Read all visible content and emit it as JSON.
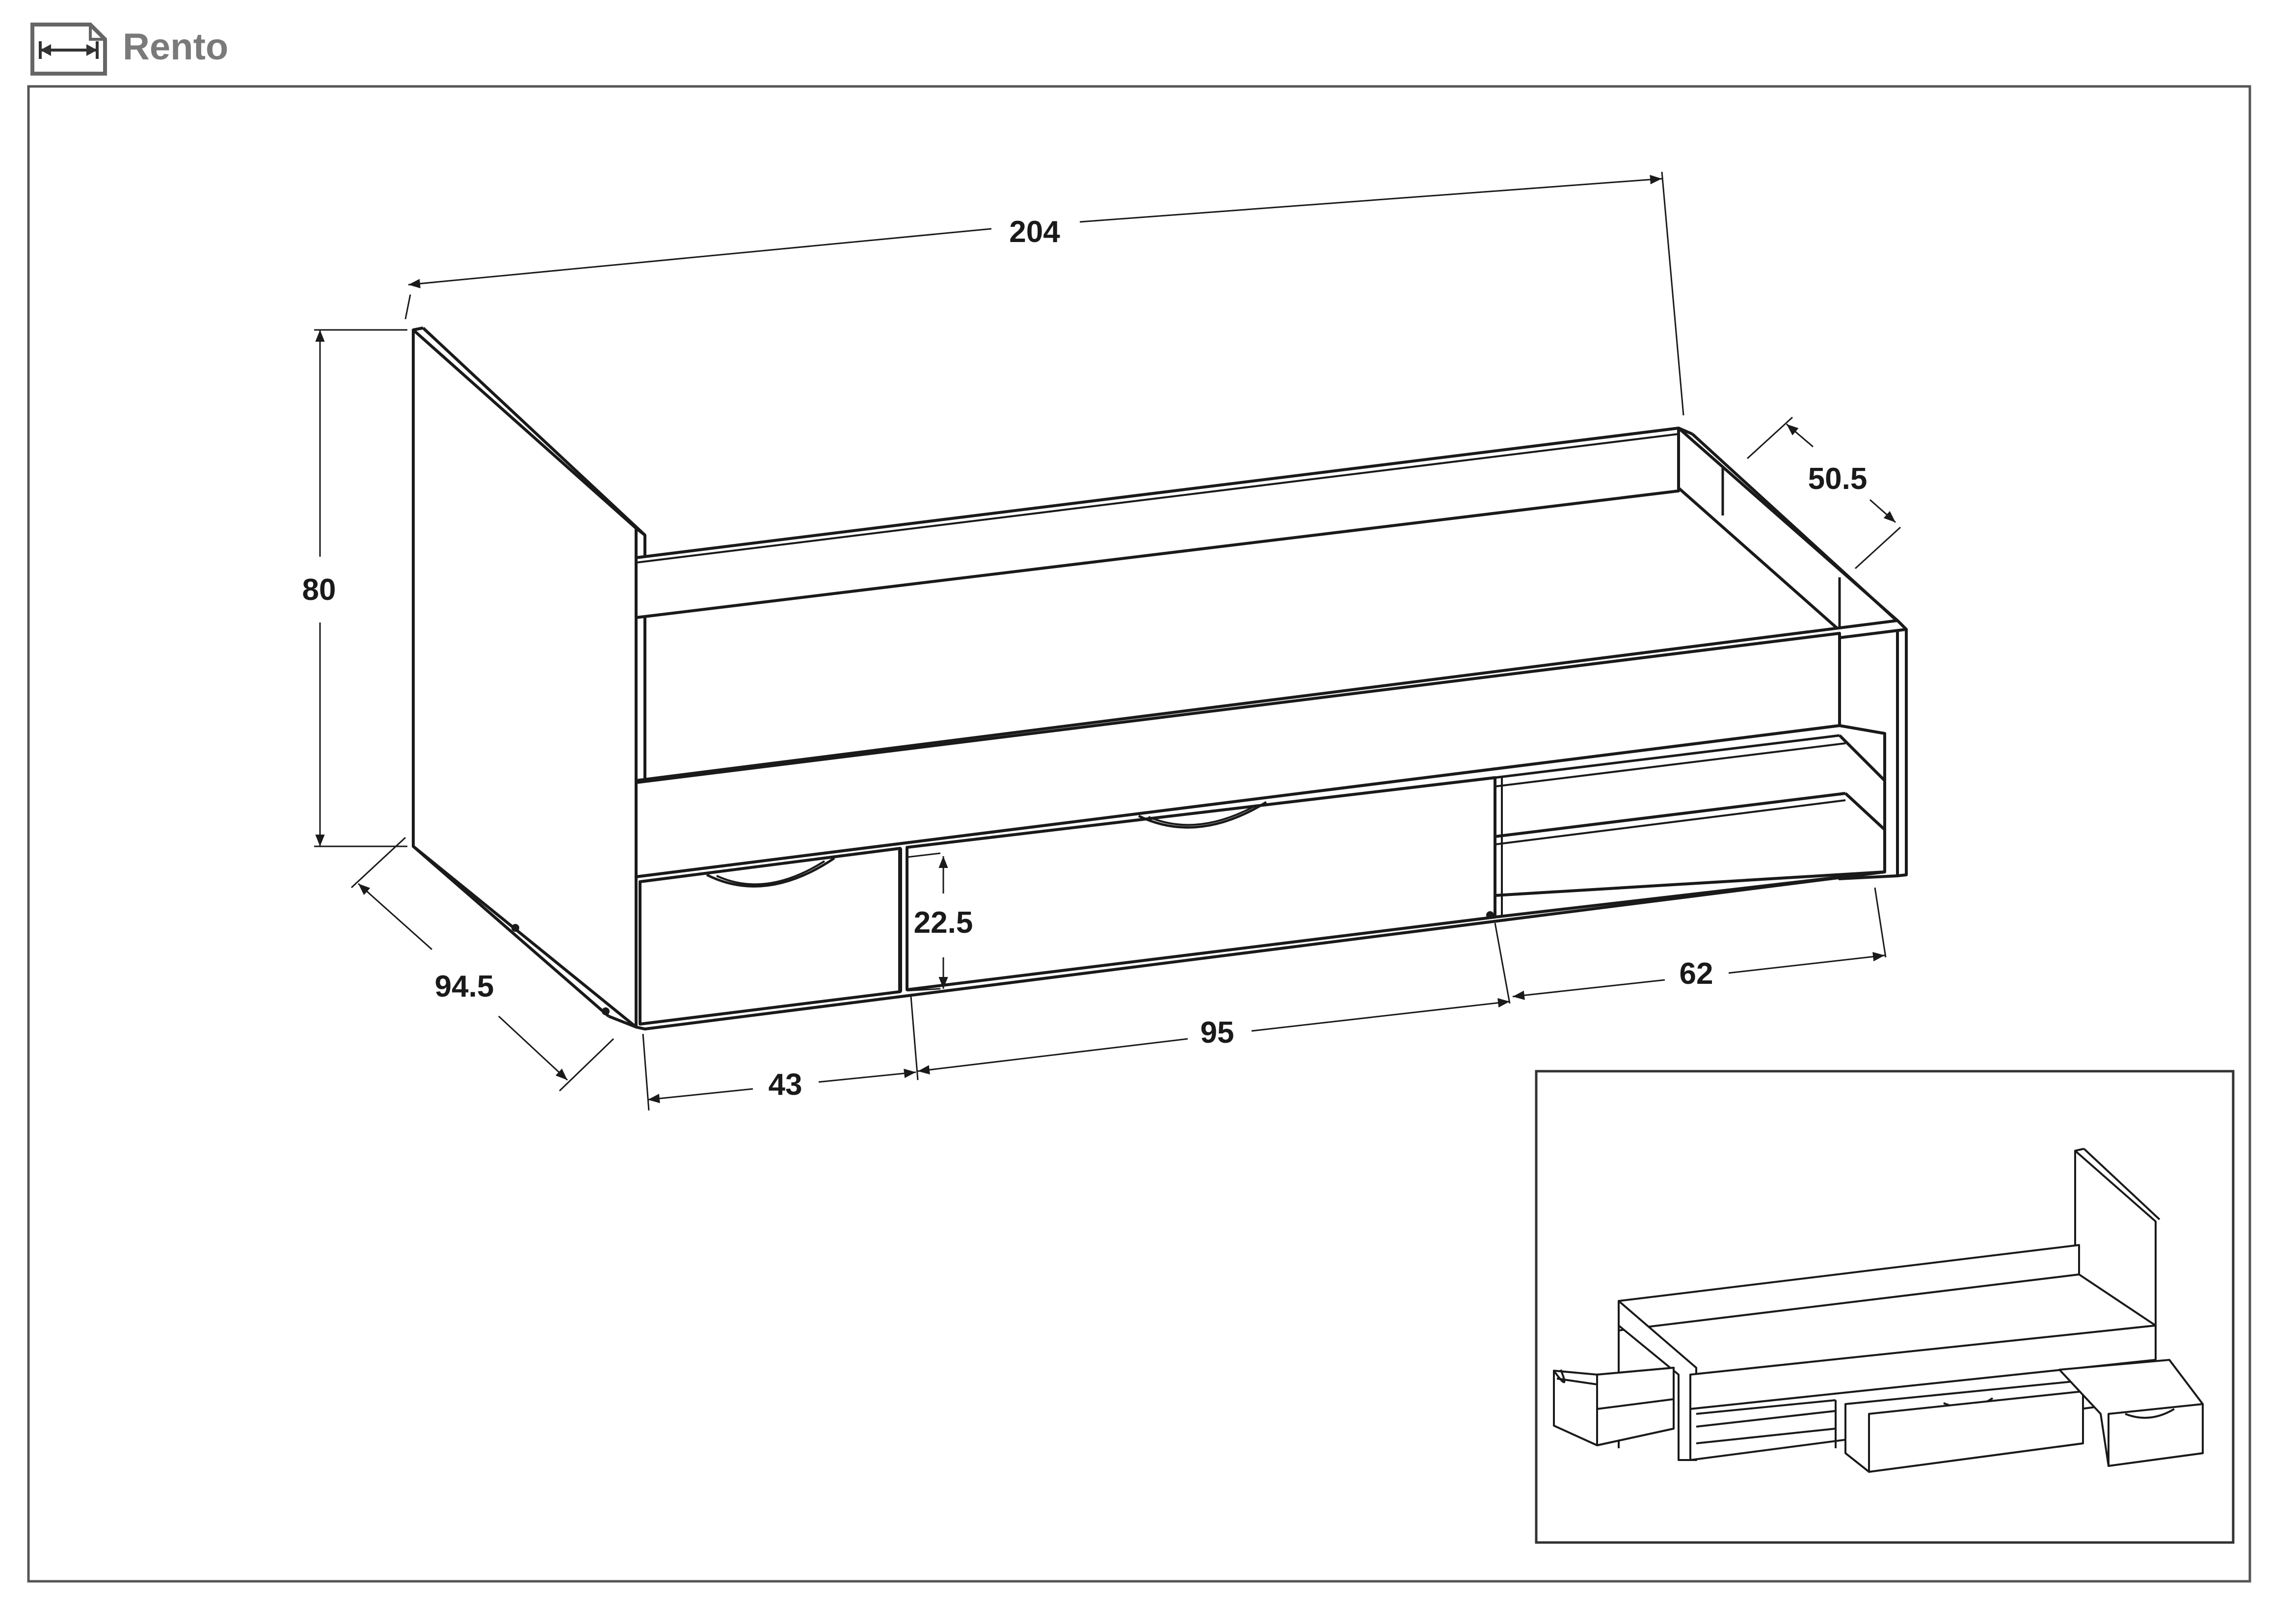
{
  "header": {
    "title": "Rento",
    "icon": "dimensions-icon"
  },
  "dimensions": {
    "length": "204",
    "height": "80",
    "depth": "94.5",
    "shelf_depth": "50.5",
    "drawer_height": "22.5",
    "drawer_left_width": "43",
    "drawer_middle_width": "95",
    "shelf_width": "62"
  },
  "colors": {
    "line": "#1a1a1a",
    "header_text": "#7a7a7a",
    "frame": "#555555"
  }
}
